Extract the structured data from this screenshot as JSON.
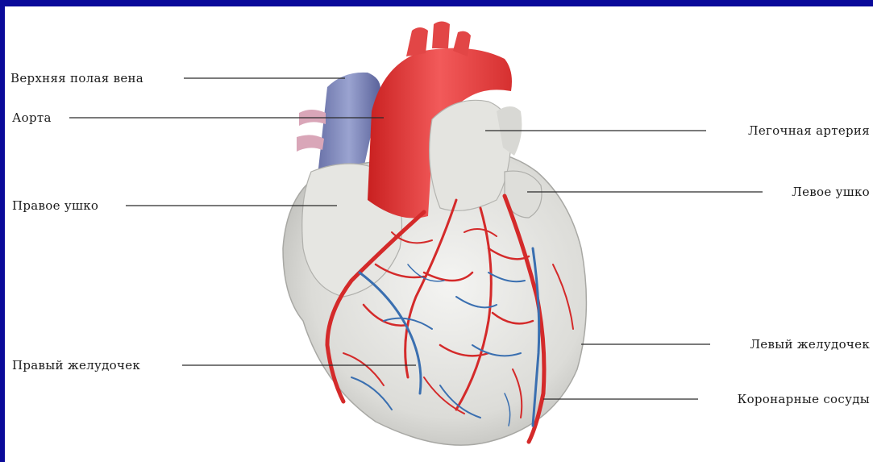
{
  "labels": {
    "superior_vena_cava": "Верхняя полая вена",
    "aorta": "Аорта",
    "pulmonary_artery": "Легочная  артерия",
    "right_auricle": "Правое ушко",
    "left_auricle": "Левое ушко",
    "right_ventricle": "Правый желудочек",
    "left_ventricle": "Левый желудочек",
    "coronary_vessels": "Коронарные сосуды"
  },
  "colors": {
    "frame": "#0a0a9a",
    "artery": "#d42a2a",
    "vein": "#3a6fb0",
    "aorta": "#e03b3b",
    "muscle": "#e8e8e6"
  }
}
